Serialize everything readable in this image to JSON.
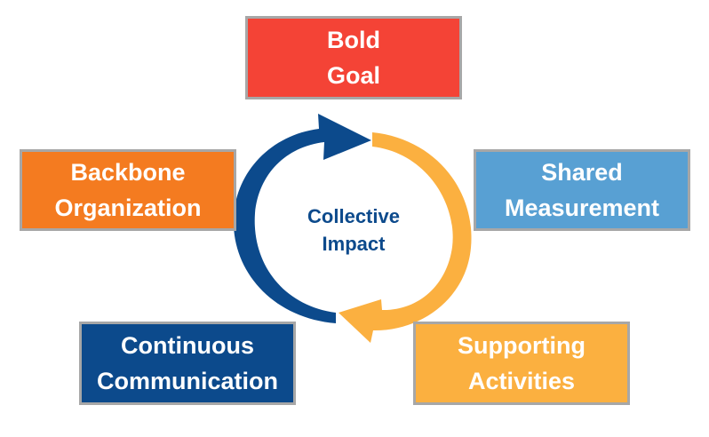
{
  "diagram": {
    "boxes": [
      {
        "id": "goal",
        "line1": "Bold",
        "line2": "Goal",
        "color": "#f44336"
      },
      {
        "id": "backbone",
        "line1": "Backbone",
        "line2": "Organization",
        "color": "#f47b20"
      },
      {
        "id": "shared",
        "line1": "Shared",
        "line2": "Measurement",
        "color": "#58a0d3"
      },
      {
        "id": "communication",
        "line1": "Continuous",
        "line2": "Communication",
        "color": "#0c4a8c"
      },
      {
        "id": "supporting",
        "line1": "Supporting",
        "line2": "Activities",
        "color": "#fbb040"
      }
    ],
    "center": {
      "line1": "Collective",
      "line2": "Impact",
      "color": "#0c4a8c"
    },
    "arrows": {
      "blue": "#0c4a8c",
      "orange": "#fbb040"
    },
    "border_color": "#a7a7a7"
  }
}
